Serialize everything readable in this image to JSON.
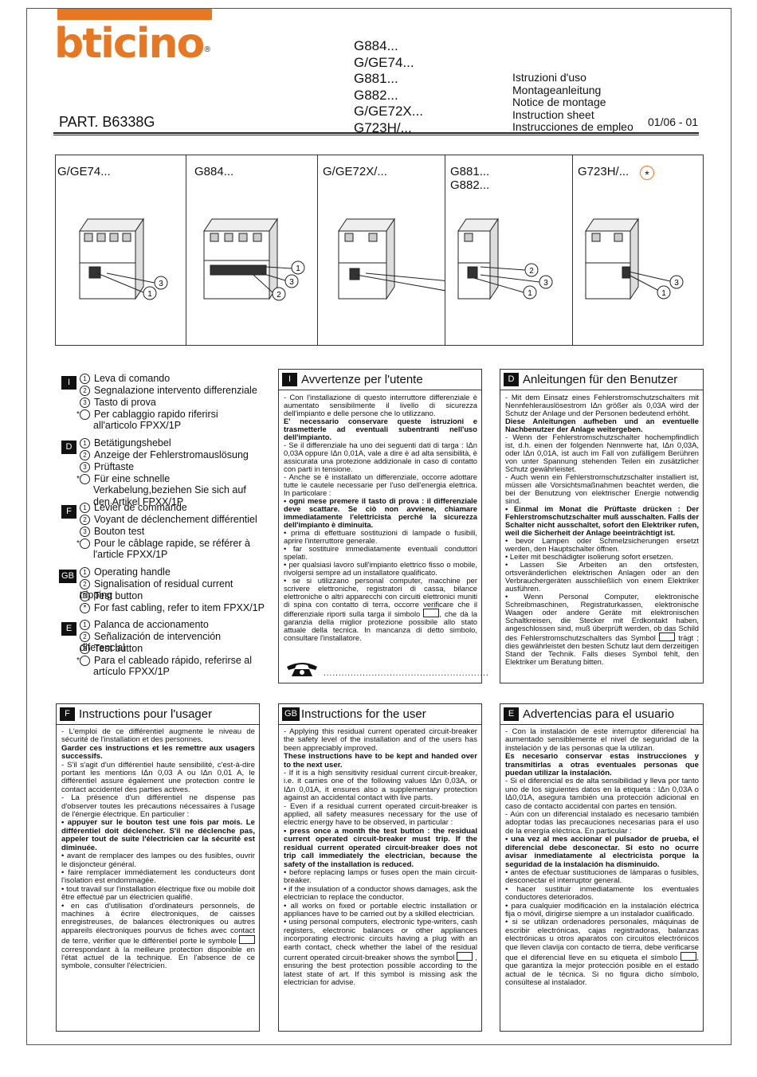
{
  "brand": {
    "logo_text": "bticino",
    "registered_mark": "®"
  },
  "product_codes": [
    "G884...",
    "G/GE74...",
    "G881...",
    "G882...",
    "G/GE72X...",
    "G723H/..."
  ],
  "part_number": "PART. B6338G",
  "doc_types": [
    "Istruzioni d'uso",
    "Montageanleitung",
    "Notice de montage",
    "Instruction sheet",
    "Instrucciones de empleo"
  ],
  "date": "01/06 - 01",
  "products": [
    {
      "label": "G/GE74..."
    },
    {
      "label": "G884..."
    },
    {
      "label": "G/GE72X/..."
    },
    {
      "label": "G881...\nG882..."
    },
    {
      "label": "G723H/...",
      "star": "*"
    }
  ],
  "legend": [
    {
      "lang": "I",
      "items": [
        "Leva di comando",
        "Segnalazione intervento differenziale",
        "Tasto di prova",
        "Per cablaggio rapido riferirsi all'articolo FPXX/1P"
      ]
    },
    {
      "lang": "D",
      "items": [
        "Betätigungshebel",
        "Anzeige der Fehlerstromauslösung",
        "Prüftaste",
        "Für eine schnelle Verkabelung,beziehen Sie sich auf den Artikel FPXX/1P"
      ]
    },
    {
      "lang": "F",
      "items": [
        "Levier de commande",
        "Voyant de déclenchement différentiel",
        "Bouton test",
        "Pour le câblage rapide, se référer à l'article FPXX/1P"
      ]
    },
    {
      "lang": "GB",
      "items": [
        "Operating handle",
        "Signalisation of residual current tripping",
        "Test button",
        "For fast cabling, refer to item FPXX/1P"
      ]
    },
    {
      "lang": "E",
      "items": [
        "Palanca de accionamento",
        "Señalización de intervención diferencial",
        "Test button",
        "Para el cableado rápido, referirse al artículo FPXX/1P"
      ]
    }
  ],
  "legend_markers": [
    "1",
    "2",
    "3",
    "*"
  ],
  "sections": {
    "it": {
      "lang": "I",
      "title": "Avvertenze per l'utente",
      "paras": [
        "- Con l'installazione di questo interruttore differenziale è aumentato sensibilmente il livello di sicurezza dell'impianto e delle persone che lo utilizzano.",
        "E' necessario conservare queste istruzioni e trasmetterle ad eventuali subentranti nell'uso dell'impianto.",
        "- Se il differenziale ha uno dei seguenti dati di targa : IΔn 0,03A oppure IΔn 0,01A, vale a dire è ad alta sensibilità, è assicurata una protezione addizionale in caso di contatto con parti in tensione.",
        "- Anche se è installato un differenziale, occorre adottare tutte le cautele necessarie per l'uso dell'energia elettrica. In particolare :",
        "• ogni mese premere il tasto di prova : il differenziale deve scattare. Se ciò non avviene, chiamare immediatamente l'elettricista perché la sicurezza dell'impianto è diminuita.",
        "• prima di effettuare sostituzioni di lampade o fusibili, aprire l'interruttore generale.",
        "• far sostituire immediatamente eventuali conduttori spelati.",
        "• per qualsiasi lavoro sull'impianto elettrico fisso o mobile, rivolgersi sempre ad un installatore qualificato.",
        "• se si utilizzano personal computer, macchine per scrivere elettroniche, registratori di cassa, bilance elettroniche o altri apparecchi con circuiti elettronici muniti di spina con contatto di terra, occorre verificare che il differenziale riporti sulla targa il simbolo",
        ", che dà la garanzia della miglior protezione possibile allo stato attuale della tecnica. In mancanza di detto simbolo, consultare l'installatore."
      ],
      "dots": "......................................................."
    },
    "de": {
      "lang": "D",
      "title": "Anleitungen für den Benutzer",
      "paras": [
        " - Mit dem Einsatz eines Fehlerstromschutzschalters mit Nennfehlerauslösestrom IΔn größer als 0,03A wird der Schutz der Anlage und der Personen bedeutend erhöht.",
        "Diese Anleitungen aufheben und an eventuelle Nachbenutzer der Anlage weitergeben.",
        " - Wenn der Fehlerstromschutzschalter hochempfindlich ist, d.h. einen der folgenden Nennwerte hat, IΔn 0,03A, oder IΔn 0,01A, ist auch im Fall von zufälligem Berühren von unter Spannung stehenden Teilen ein zusätzlicher Schutz gewährleistet.",
        " - Auch wenn ein Fehlerstromschutzschalter installiert ist, müssen alle Vorsichtsmaßnahmen beachtet werden, die bei der Benutzung von elektrischer Energie notwendig sind.",
        "• Einmal im Monat die Prüftaste drücken : Der Fehlerstromschutzschalter muß ausschalten. Falls der Schalter nicht ausschaltet, sofort den Elektriker rufen, weil die Sicherheit der Anlage beeinträchtigt ist.",
        "• bevor Lampen oder Schmelzsicherungen ersetzt werden, den Hauptschalter öffnen.",
        "• Leiter mit beschädigter isolierung sofort ersetzen.",
        "• Lassen Sie Arbeiten an den ortsfesten, ortsveränderlichen elektrischen Anlagen oder an den Verbrauchergeräten ausschließlich von einem Elektriker ausführen.",
        "• Wenn Personal Computer, elektronische Schreibmaschinen, Registraturkassen, elektronische Waagen oder andere Geräte mit elektronischen Schaltkreisen, die Stecker mit Erdkontakt haben, angeschlossen sind, muß überprüft werden, ob das Schild des Fehlerstromschutzschalters das Symbol",
        " trägt ; dies gewährleistet den besten Schutz laut dem derzeitigen Stand der Technik. Falls dieses Symbol fehlt, den Elektriker um Beratung bitten."
      ]
    },
    "fr": {
      "lang": "F",
      "title": "Instructions pour l'usager",
      "paras": [
        "- L'emploi de ce différentiel augmente le niveau de sécurité de l'installation et des personnes.",
        "Garder ces instructions et les remettre aux usagers successifs.",
        "- S'il s'agit d'un différentiel haute sensibilité, c'est-à-dire portant les mentions IΔn 0,03 A ou IΔn 0,01 A, le différentiel assure également une protection contre le contact accidentel des parties actives.",
        "- La présence d'un différentiel ne dispense pas d'observer toutes les précautions nécessaires à l'usage de l'énergie électrique. En particulier :",
        "• appuyer sur le bouton test une fois par mois. Le différentiel doit déclencher. S'il ne déclenche pas, appeler tout de suite l'électricien car la sécurité est diminuée.",
        "• avant de remplacer des lampes ou des fusibles, ouvrir le disjoncteur général.",
        "• faire remplacer immédiatement les conducteurs dont l'isolation est endommagée.",
        "• tout travail sur l'installation électrique fixe ou mobile doit être effectué par un électricien qualifié.",
        "• en cas d'utilisation d'ordinateurs personnels, de machines à écrire électroniques, de caisses enregistreuses, de balances électroniques ou autres appareils électroniques pourvus de fiches avec contact de terre, vérifier que le différentiel porte le symbole",
        " correspondant à la meilleure protection disponible en l'état actuel de la technique. En l'absence de ce symbole, consulter l'électricien."
      ]
    },
    "en": {
      "lang": "GB",
      "title": "Instructions for the user",
      "paras": [
        "- Applying this residual current operated circuit-breaker the safety level of the installation and of the users has been appreciably improved.",
        "These instructions have to be kept and handed over to the next user.",
        "- If it is a high sensitivity residual current circuit-breaker, i.e. it carries one of the following values IΔn 0,03A, or IΔn 0,01A, it ensures also a supplementary protection against an accidental contact with live parts.",
        "- Even if a residual current operated circuit-breaker is applied, all safety measures necessary for the use of electric energy have to be observed, in particular :",
        "• press once a month the test button : the residual current operated circuit-breaker must trip. If the residual current operated circuit-breaker does not trip call immediately the electrician, because the safety of the installation is reduced.",
        "• before replacing lamps or fuses open the main circuit-breaker.",
        "• if the insulation of a conductor shows damages, ask the electrician to replace the conductor.",
        "• all works on fixed or portable electric installation or appliances have to be carried out by a skilled electrician.",
        "• using personal computers, electronic type-writers, cash registers, electronic balances or other appliances incorporating electronic circuits having a plug with an earth contact, check whether the label of the residual current operated circuit-breaker shows the symbol",
        " , ensuring the best protection possible according to the latest state of art. If this symbol is missing ask the electrician for advise."
      ]
    },
    "es": {
      "lang": "E",
      "title": "Advertencias para el usuario",
      "paras": [
        "- Con la instalación de este interruptor diferencial ha aumentado sensiblemente el nivel de seguridad de la instelación y de las personas que la utilizan.",
        "Es necesario conservar estas instrucciones y transmitirlas a otras eventuales personas que puedan utilizar la instalación.",
        "- Si el diferencial es de alta sensibilidad y lleva por tanto uno de los siguientes datos en la etiqueta : IΔn 0,03A o IΔ0,01A, asegura también una protección adicional en caso de contacto accidental con partes en tensión.",
        "- Aún con un diferencial instalado es necesario también adoptar todas las precauciones necesarias para el uso de la energía eléctrica. En particular :",
        "• una vez al mes accionar el pulsador de prueba, el diferencial debe desconectar. Si esto no ocurre avisar inmediatamente al electricista porque la seguridad de la instalación ha disminuido.",
        "• antes de efectuar sustituciones de lámparas o fusibles, desconectar el interruptor general.",
        "• hacer sustituir inmediatamente los eventuales conductores deteriorados.",
        "• para cualquier modificación en la instalación eléctrica fija o móvil, dirigirse siempre a un instalador cualificado.",
        "• si se utilizan ordenadores personales, máquinas de escribir electrónicas, cajas registradoras, balanzas electrónicas u otros aparatos con circuitos electrónicos que lleven clavija con contacto de tierra, debe verificarse que el diferencial lleve en su etiqueta el símbolo",
        ", que garantiza la mejor protección posible en el estado actual de le técnica. Si no figura dicho símbolo, consúltese al instalador."
      ]
    }
  }
}
